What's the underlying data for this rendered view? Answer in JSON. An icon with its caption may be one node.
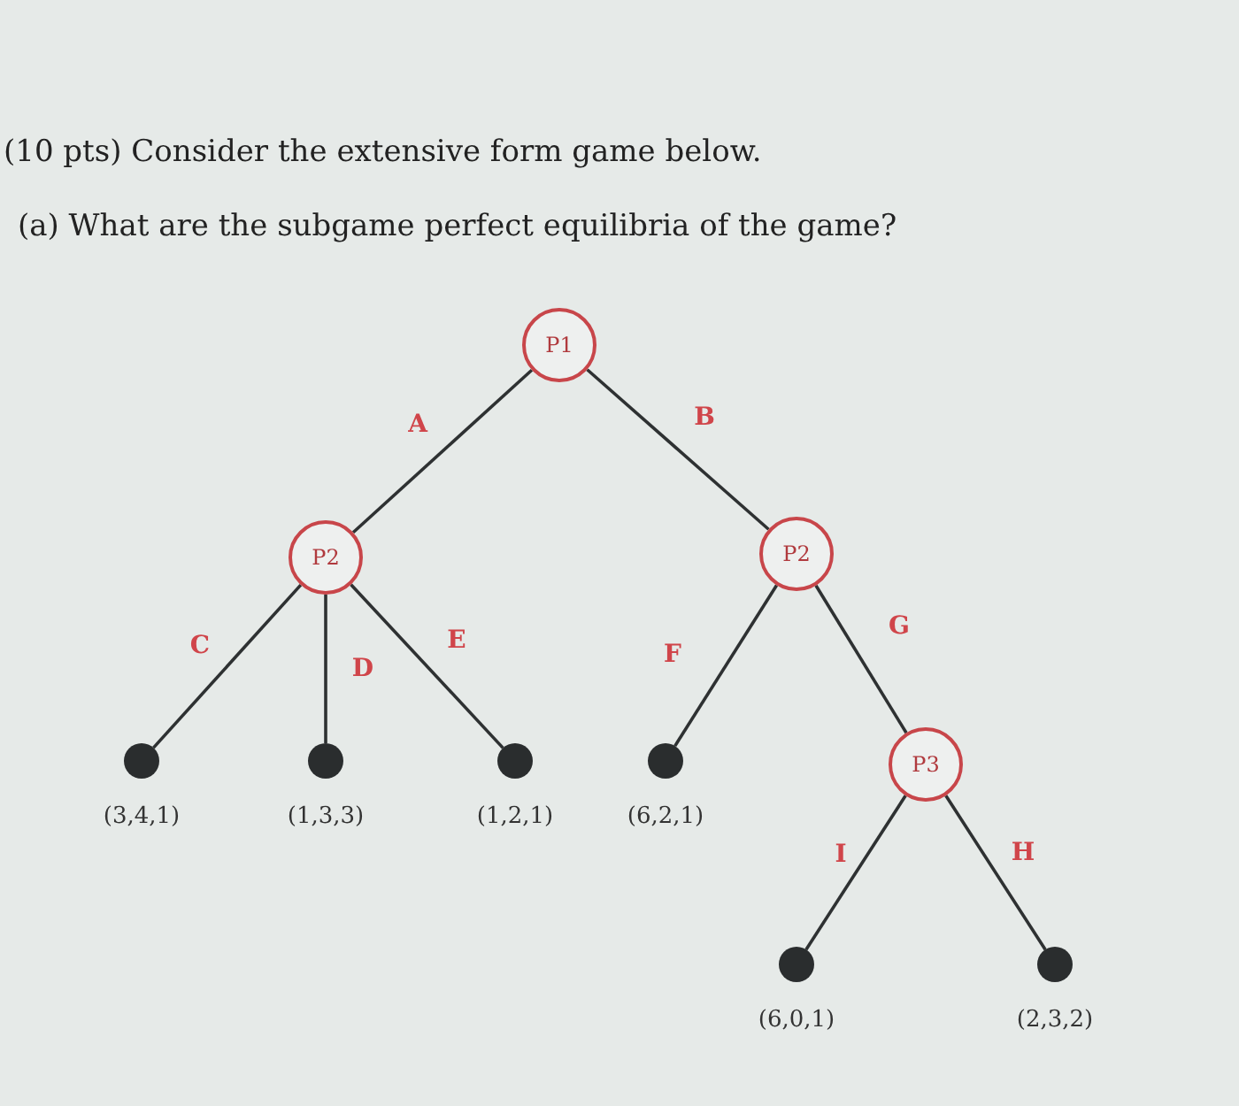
{
  "diagram": {
    "title": "(10 pts) Consider the extensive form game below.",
    "nodes": [
      {
        "text": [
          "P1"
        ]
      },
      {
        "text": [
          "P2"
        ]
      },
      {
        "text": [
          "P2"
        ]
      },
      {
        "text": [],
        "shape": "circle",
        "beside": [
          "(3,4,1)"
        ]
      },
      {
        "text": [],
        "shape": "circle",
        "beside": [
          "(1,3,3)"
        ]
      },
      {
        "text": [],
        "shape": "circle",
        "beside": [
          "(1,2,1)"
        ]
      },
      {
        "text": [],
        "shape": "circle",
        "beside": [
          "(6,2,1)"
        ]
      },
      {
        "text": [
          "P3"
        ]
      },
      {
        "text": [],
        "shape": "circle",
        "beside": [
          "(6,0,1)"
        ]
      },
      {
        "text": [],
        "shape": "circle",
        "beside": [
          "(2,3,2)"
        ]
      }
    ],
    "edges": [
      {
        "from": 0,
        "to": 1,
        "arrow": "none",
        "label": "A"
      },
      {
        "from": 0,
        "to": 2,
        "arrow": "none",
        "label": "B"
      },
      {
        "from": 1,
        "to": 3,
        "arrow": "none",
        "label": "C"
      },
      {
        "from": 1,
        "to": 4,
        "arrow": "none",
        "label": "D"
      },
      {
        "from": 1,
        "to": 5,
        "arrow": "none",
        "label": "E"
      },
      {
        "from": 2,
        "to": 6,
        "arrow": "none",
        "label": "F"
      },
      {
        "from": 2,
        "to": 7,
        "arrow": "none",
        "label": "G"
      },
      {
        "from": 7,
        "to": 8,
        "arrow": "none",
        "label": "I"
      },
      {
        "from": 7,
        "to": 9,
        "arrow": "none",
        "label": "H"
      }
    ],
    "labels": [
      "(a) What are the subgame perfect equilibria of the game?"
    ]
  }
}
